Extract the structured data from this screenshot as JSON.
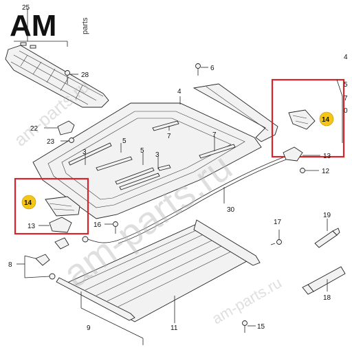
{
  "logo": {
    "brand": "AM",
    "suffix": "parts"
  },
  "watermark": {
    "text_large": "am-parts.ru",
    "text_small": "am-parts.ru"
  },
  "callouts": {
    "c25": "25",
    "c28": "28",
    "c6": "6",
    "c4": "4",
    "c22": "22",
    "c23": "23",
    "c7a": "7",
    "c7b": "7",
    "c5a": "5",
    "c5b": "5",
    "c3a": "3",
    "c3b": "3",
    "c30": "30",
    "c16": "16",
    "c17": "17",
    "c19": "19",
    "c18": "18",
    "c8": "8",
    "c9": "9",
    "c11": "11",
    "c15": "15",
    "c13a": "13",
    "c13b": "13",
    "c12": "12",
    "c14a": "14",
    "c14b": "14",
    "e4": "4",
    "e5": "5",
    "e7": "7",
    "e0": "0"
  },
  "colors": {
    "highlight_box": "#d9232a",
    "callout_badge": "#f5c518",
    "part_fill": "#f2f2f2",
    "line": "#222222",
    "watermark": "#b9b9b9"
  }
}
